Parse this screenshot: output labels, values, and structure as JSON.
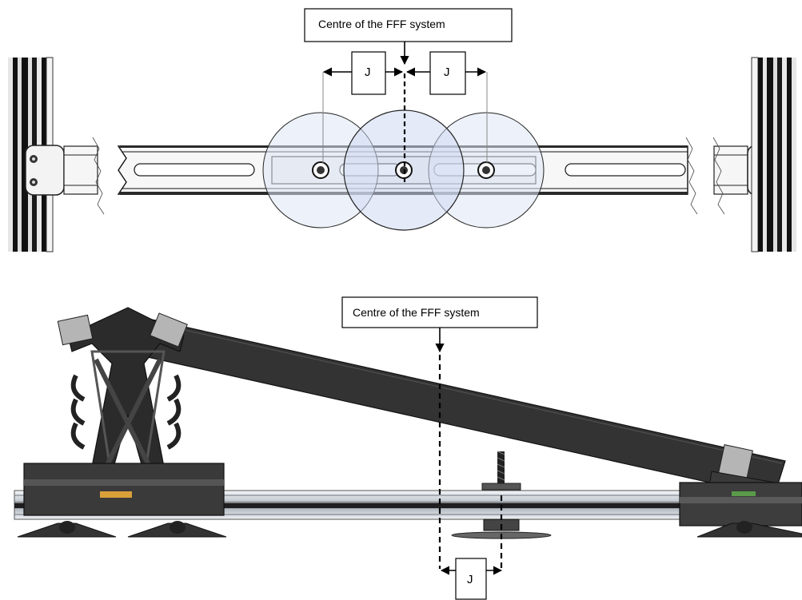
{
  "top_view": {
    "centre_label": "Centre of the FFF system",
    "dim_left": "J",
    "dim_right": "J"
  },
  "side_view": {
    "centre_label": "Centre of the FFF system",
    "dim": "J"
  },
  "colors": {
    "rail_dark": "#2e2e2e",
    "rail_mid": "#9aa3ad",
    "circle_fill": "#dfe8f5",
    "circle_center_fill": "#cdd9f0",
    "panel": "#333333",
    "clamp": "#b5b5b5"
  }
}
